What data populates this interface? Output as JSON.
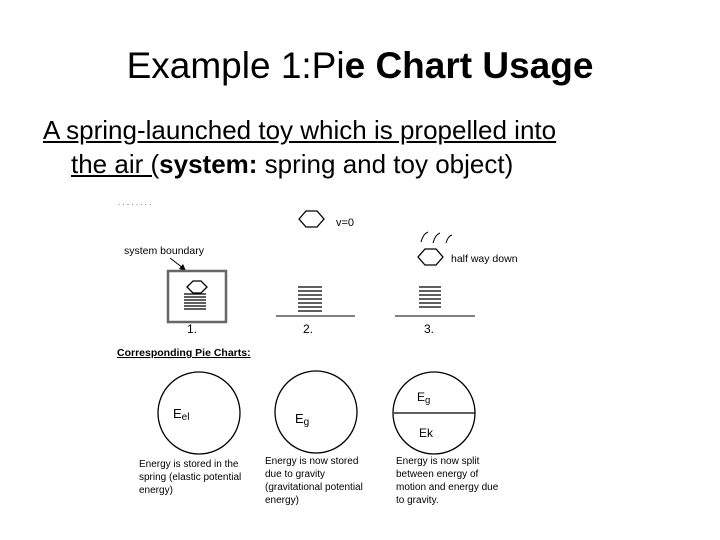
{
  "title": {
    "prefix": "Example 1:Pi",
    "bold": "e Chart Usage"
  },
  "subtitle": {
    "line1": "A spring-launched toy which is propelled into",
    "line2_underlined": "the air (",
    "system_label": "system:",
    "line2_rest": " spring and toy object)"
  },
  "diagram": {
    "top_dots": ". . . . . . . .",
    "system_boundary_label": "system boundary",
    "velocity_label": "v=0",
    "half_way_label": "half way down",
    "stage_labels": [
      "1.",
      "2.",
      "3."
    ],
    "pie_section_heading": "Corresponding Pie Charts:"
  },
  "pies": [
    {
      "label_main": "E",
      "label_sub": "el",
      "caption": [
        "Energy is stored in the",
        "spring (elastic potential",
        "energy)"
      ]
    },
    {
      "label_main": "E",
      "label_sub": "g",
      "caption": [
        "Energy is now stored",
        "due to gravity",
        "(gravitational potential",
        "energy)"
      ]
    },
    {
      "label_main": "E",
      "label_sub": "g",
      "label2": "Ek",
      "caption": [
        "Energy is now split",
        "between energy of",
        "motion and energy due",
        "to gravity."
      ]
    }
  ]
}
